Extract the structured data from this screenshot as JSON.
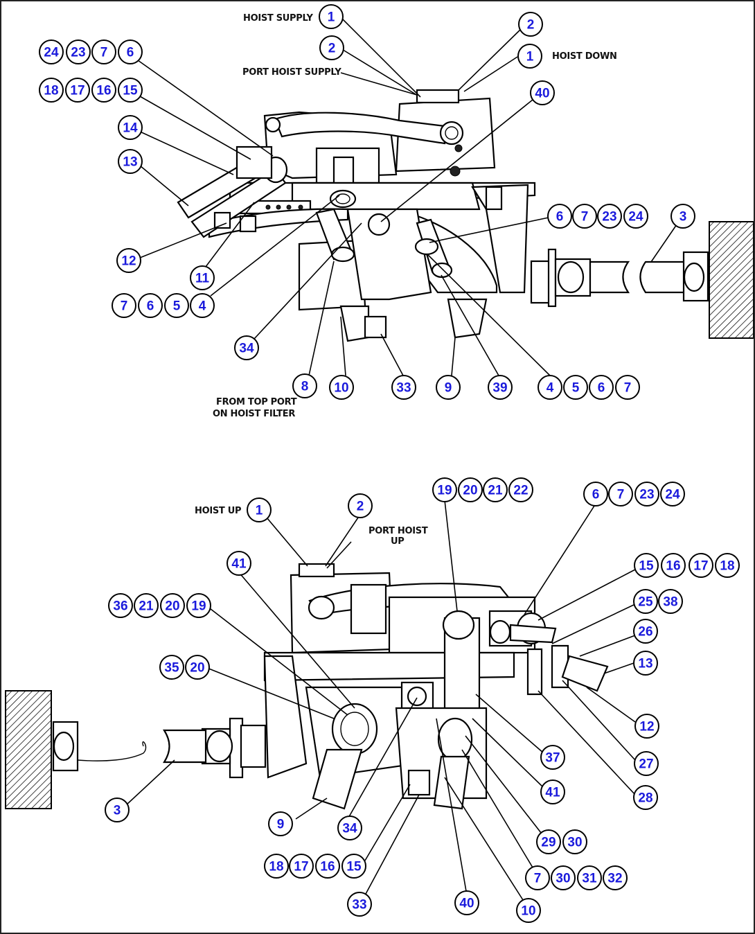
{
  "labels": {
    "hoist_supply": "HOIST SUPPLY",
    "hoist_down": "HOIST DOWN",
    "port_hoist_supply": "PORT HOIST SUPPLY",
    "from_top_port_1": "FROM TOP PORT",
    "from_top_port_2": "ON HOIST FILTER",
    "hoist_up": "HOIST UP",
    "port_hoist_up_1": "PORT HOIST",
    "port_hoist_up_2": "UP"
  },
  "callouts_top": [
    "1",
    "2",
    "2",
    "1",
    "40",
    "24",
    "23",
    "7",
    "6",
    "18",
    "17",
    "16",
    "15",
    "14",
    "13",
    "12",
    "11",
    "7",
    "6",
    "5",
    "4",
    "34",
    "8",
    "10",
    "33",
    "9",
    "39",
    "4",
    "5",
    "6",
    "7",
    "6",
    "7",
    "23",
    "24",
    "3"
  ],
  "callouts_bottom": [
    "1",
    "2",
    "19",
    "20",
    "21",
    "22",
    "6",
    "7",
    "23",
    "24",
    "41",
    "36",
    "21",
    "20",
    "19",
    "15",
    "16",
    "17",
    "18",
    "25",
    "38",
    "26",
    "13",
    "35",
    "20",
    "12",
    "37",
    "27",
    "41",
    "28",
    "3",
    "9",
    "34",
    "29",
    "30",
    "18",
    "17",
    "16",
    "15",
    "7",
    "30",
    "31",
    "32",
    "33",
    "40",
    "10"
  ],
  "colors": {
    "callout_text": "#1a1adc",
    "line": "#000000"
  }
}
